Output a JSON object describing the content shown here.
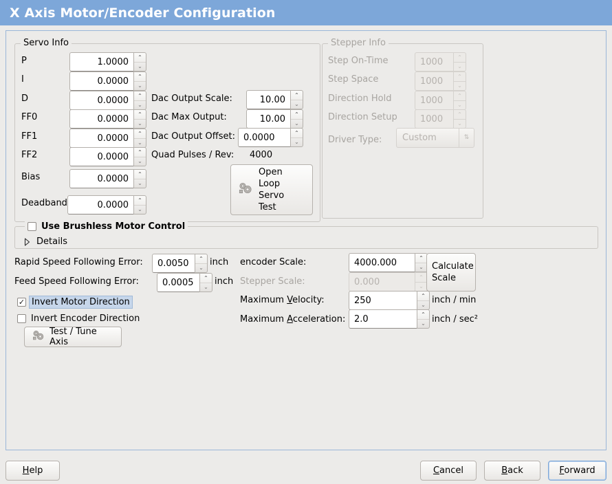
{
  "window": {
    "title": "X Axis Motor/Encoder Configuration"
  },
  "servo": {
    "legend": "Servo Info",
    "rows": [
      {
        "label": "P",
        "value": "1.0000"
      },
      {
        "label": "I",
        "value": "0.0000"
      },
      {
        "label": "D",
        "value": "0.0000"
      },
      {
        "label": "FF0",
        "value": "0.0000"
      },
      {
        "label": "FF1",
        "value": "0.0000"
      },
      {
        "label": "FF2",
        "value": "0.0000"
      },
      {
        "label": "Bias",
        "value": "0.0000"
      },
      {
        "label": "Deadband",
        "value": "0.0000"
      }
    ],
    "dac": [
      {
        "label": "Dac Output Scale:",
        "value": "10.00"
      },
      {
        "label": "Dac Max Output:",
        "value": "10.00"
      },
      {
        "label": "Dac Output Offset:",
        "value": "0.0000"
      }
    ],
    "quad_pulses_label": "Quad Pulses / Rev:",
    "quad_pulses_value": "4000",
    "open_loop_button": [
      "Open",
      "Loop",
      "Servo",
      "Test"
    ]
  },
  "stepper": {
    "legend": "Stepper Info",
    "enabled": false,
    "rows": [
      {
        "label": "Step On-Time",
        "value": "1000"
      },
      {
        "label": "Step Space",
        "value": "1000"
      },
      {
        "label": "Direction Hold",
        "value": "1000"
      },
      {
        "label": "Direction Setup",
        "value": "1000"
      }
    ],
    "driver_type_label": "Driver Type:",
    "driver_type_value": "Custom"
  },
  "brushless": {
    "checkbox_label": "Use Brushless Motor Control",
    "checked": false,
    "details_label": "Details",
    "details_expanded": false
  },
  "following": {
    "rapid_label": "Rapid Speed Following Error:",
    "rapid_value": "0.0050",
    "rapid_unit": "inch",
    "feed_label": "Feed Speed Following Error:",
    "feed_value": "0.0005",
    "feed_unit": "inch",
    "invert_motor_label": "Invert Motor Direction",
    "invert_motor_checked": true,
    "invert_encoder_label": "Invert Encoder Direction",
    "invert_encoder_checked": false,
    "test_tune_button": "Test / Tune Axis"
  },
  "scale": {
    "encoder_label": "encoder Scale:",
    "encoder_value": "4000.000",
    "stepper_label": "Stepper Scale:",
    "stepper_value": "0.000",
    "stepper_enabled": false,
    "calculate_button": [
      "Calculate",
      "Scale"
    ],
    "max_velocity_label_pre": "Maximum ",
    "max_velocity_label_mn": "V",
    "max_velocity_label_post": "elocity:",
    "max_velocity_value": "250",
    "max_velocity_unit": "inch / min",
    "max_accel_label_pre": "Maximum ",
    "max_accel_label_mn": "A",
    "max_accel_label_post": "cceleration:",
    "max_accel_value": "2.0",
    "max_accel_unit": "inch / sec²"
  },
  "footer": {
    "help": {
      "pre": "",
      "mn": "H",
      "post": "elp"
    },
    "cancel": {
      "pre": "",
      "mn": "C",
      "post": "ancel"
    },
    "back": {
      "pre": "",
      "mn": "B",
      "post": "ack"
    },
    "forward": {
      "pre": "",
      "mn": "F",
      "post": "orward"
    }
  },
  "icons": {
    "spin_up": "⌃",
    "spin_down": "⌄",
    "check": "✓",
    "combo_arrows": "⇅"
  },
  "colors": {
    "titlebar": "#7da7d9",
    "background": "#ecebe9",
    "focus": "#7da7d9",
    "selection": "#c6d6ea"
  }
}
